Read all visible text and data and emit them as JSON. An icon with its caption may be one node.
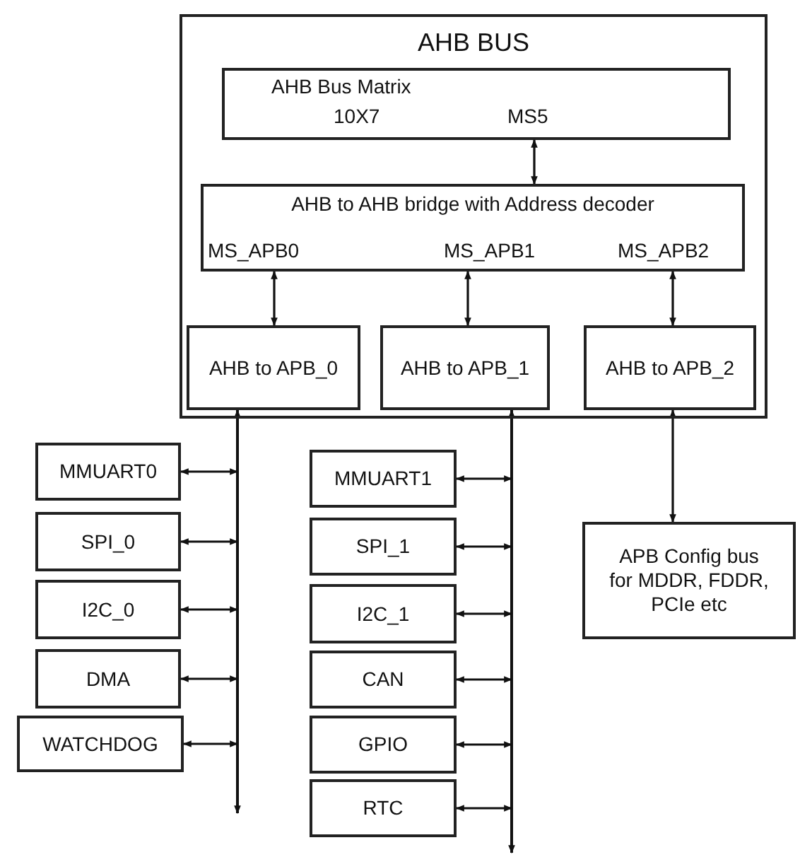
{
  "diagram": {
    "nodes": [
      {
        "text": [
          "AHB BUS"
        ]
      },
      {
        "text": [
          "AHB Bus Matrix",
          "10X7",
          "MS5"
        ],
        "in": 0
      },
      {
        "text": [
          "AHB to AHB bridge with Address decoder",
          "MS_APB0",
          "MS_APB1",
          "MS_APB2"
        ],
        "in": 0
      },
      {
        "text": [
          "AHB to APB_0"
        ],
        "in": 0
      },
      {
        "text": [
          "AHB to APB_1"
        ],
        "in": 0
      },
      {
        "text": [
          "AHB to APB_2"
        ],
        "in": 0
      },
      {
        "text": [
          "MMUART0"
        ]
      },
      {
        "text": [
          "SPI_0"
        ]
      },
      {
        "text": [
          "I2C_0"
        ]
      },
      {
        "text": [
          "DMA"
        ]
      },
      {
        "text": [
          "WATCHDOG"
        ]
      },
      {
        "text": [
          "MMUART1"
        ]
      },
      {
        "text": [
          "SPI_1"
        ]
      },
      {
        "text": [
          "I2C_1"
        ]
      },
      {
        "text": [
          "CAN"
        ]
      },
      {
        "text": [
          "GPIO"
        ]
      },
      {
        "text": [
          "RTC"
        ]
      },
      {
        "text": [
          "APB Config bus for MDDR, FDDR, PCIe etc"
        ]
      }
    ],
    "edges": [
      {
        "from": 1,
        "to": 2,
        "arrow": "both"
      },
      {
        "from": 2,
        "to": 3,
        "arrow": "both"
      },
      {
        "from": 2,
        "to": 4,
        "arrow": "both"
      },
      {
        "from": 2,
        "to": 5,
        "arrow": "both"
      },
      {
        "from": 5,
        "to": 17,
        "arrow": "both"
      },
      {
        "from": 3,
        "to": null,
        "arrow": "both"
      },
      {
        "from": 4,
        "to": null,
        "arrow": "both"
      },
      {
        "from": 6,
        "to": 3,
        "arrow": "both"
      },
      {
        "from": 7,
        "to": 3,
        "arrow": "both"
      },
      {
        "from": 8,
        "to": 3,
        "arrow": "both"
      },
      {
        "from": 9,
        "to": 3,
        "arrow": "both"
      },
      {
        "from": 10,
        "to": 3,
        "arrow": "both"
      },
      {
        "from": 11,
        "to": 4,
        "arrow": "both"
      },
      {
        "from": 12,
        "to": 4,
        "arrow": "both"
      },
      {
        "from": 13,
        "to": 4,
        "arrow": "both"
      },
      {
        "from": 14,
        "to": 4,
        "arrow": "both"
      },
      {
        "from": 15,
        "to": 4,
        "arrow": "both"
      },
      {
        "from": 16,
        "to": 4,
        "arrow": "both"
      }
    ]
  }
}
